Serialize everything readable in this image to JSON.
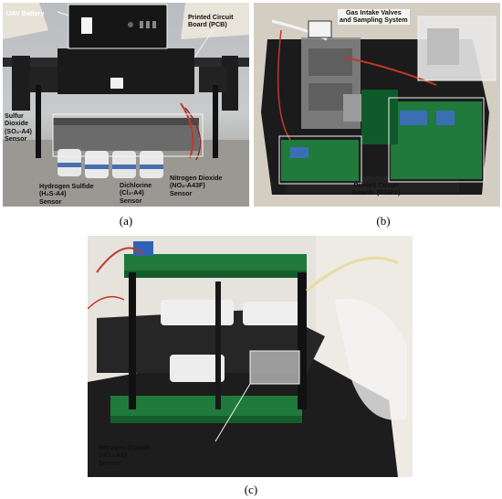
{
  "panels": {
    "a": {
      "caption": "(a)",
      "labels": {
        "uav_battery": "UAV Battery",
        "pcb": "Printed Circuit\nBoard (PCB)",
        "so2": "Sulfur\nDioxide\n(SO₂-A4)\nSensor",
        "h2s": "Hydrogen Sulfide\n(H₂S-A4)\nSensor",
        "cl2": "Dichlorine\n(Cl₂-A4)\nSensor",
        "no2": "Nitrogen Dioxide\n(NO₂-A43F)\nSensor"
      }
    },
    "b": {
      "caption": "(b)",
      "labels": {
        "gas_intake": "Gas Intake Valves\nand Sampling System",
        "pcbs": "Printed Circuit\nBoards (PCB's)"
      }
    },
    "c": {
      "caption": "(c)",
      "labels": {
        "no2_ae": "Nitrogen Dioxide\n(NO₂-AE)\nSensor"
      }
    }
  },
  "colors": {
    "pcb_green": "#1f7a3c",
    "frame_black": "#1b1b1b",
    "background_grey": "#9a9a9a",
    "wire_red": "#c0392b"
  }
}
